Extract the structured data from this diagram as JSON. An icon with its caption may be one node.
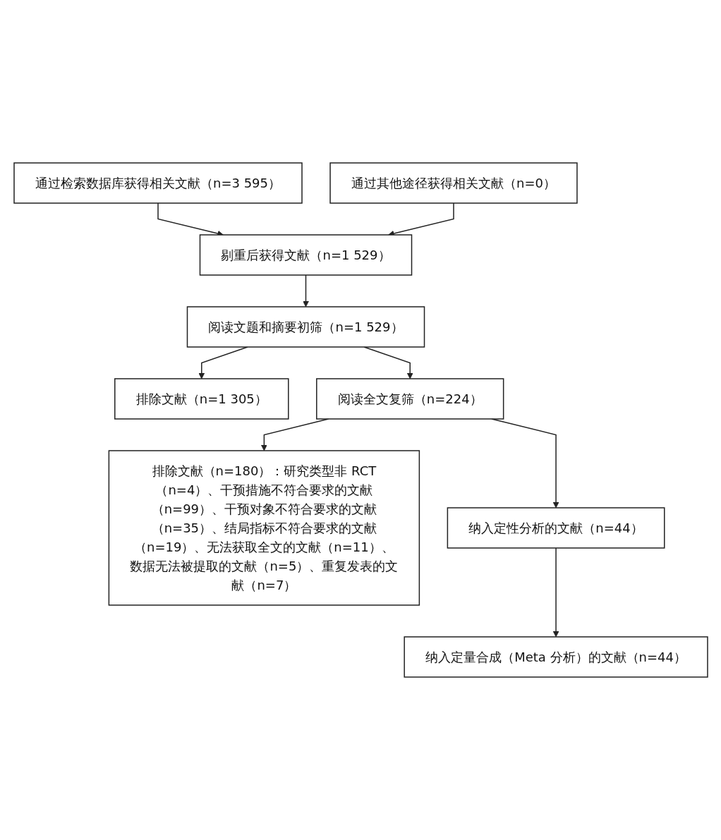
{
  "diagram": {
    "nodes": [
      {
        "text": [
          "通过检索数据库获得相关文献（n=3 595）"
        ]
      },
      {
        "text": [
          "通过其他途径获得相关文献（n=0）"
        ]
      },
      {
        "text": [
          "剔重后获得文献（n=1 529）"
        ]
      },
      {
        "text": [
          "阅读文题和摘要初筛（n=1 529）"
        ]
      },
      {
        "text": [
          "排除文献（n=1 305）"
        ]
      },
      {
        "text": [
          "阅读全文复筛（n=224）"
        ]
      },
      {
        "text": [
          "排除文献（n=180）：研究类型非 RCT（n=4）、干预措施不符合要求的文献（n=99）、干预对象不符合要求的文献（n=35）、结局指标不符合要求的文献（n=19）、无法获取全文的文献（n=11）、数据无法被提取的文献（n=5）、重复发表的文献（n=7）"
        ]
      },
      {
        "text": [
          "纳入定性分析的文献（n=44）"
        ]
      },
      {
        "text": [
          "纳入定量合成（Meta 分析）的文献（n=44）"
        ]
      }
    ],
    "edges": [
      {
        "from": 0,
        "to": 2,
        "arrow": "to"
      },
      {
        "from": 1,
        "to": 2,
        "arrow": "to"
      },
      {
        "from": 2,
        "to": 3,
        "arrow": "to"
      },
      {
        "from": 3,
        "to": 4,
        "arrow": "to"
      },
      {
        "from": 3,
        "to": 5,
        "arrow": "to"
      },
      {
        "from": 5,
        "to": 6,
        "arrow": "to"
      },
      {
        "from": 5,
        "to": 7,
        "arrow": "to"
      },
      {
        "from": 7,
        "to": 8,
        "arrow": "to"
      }
    ]
  }
}
